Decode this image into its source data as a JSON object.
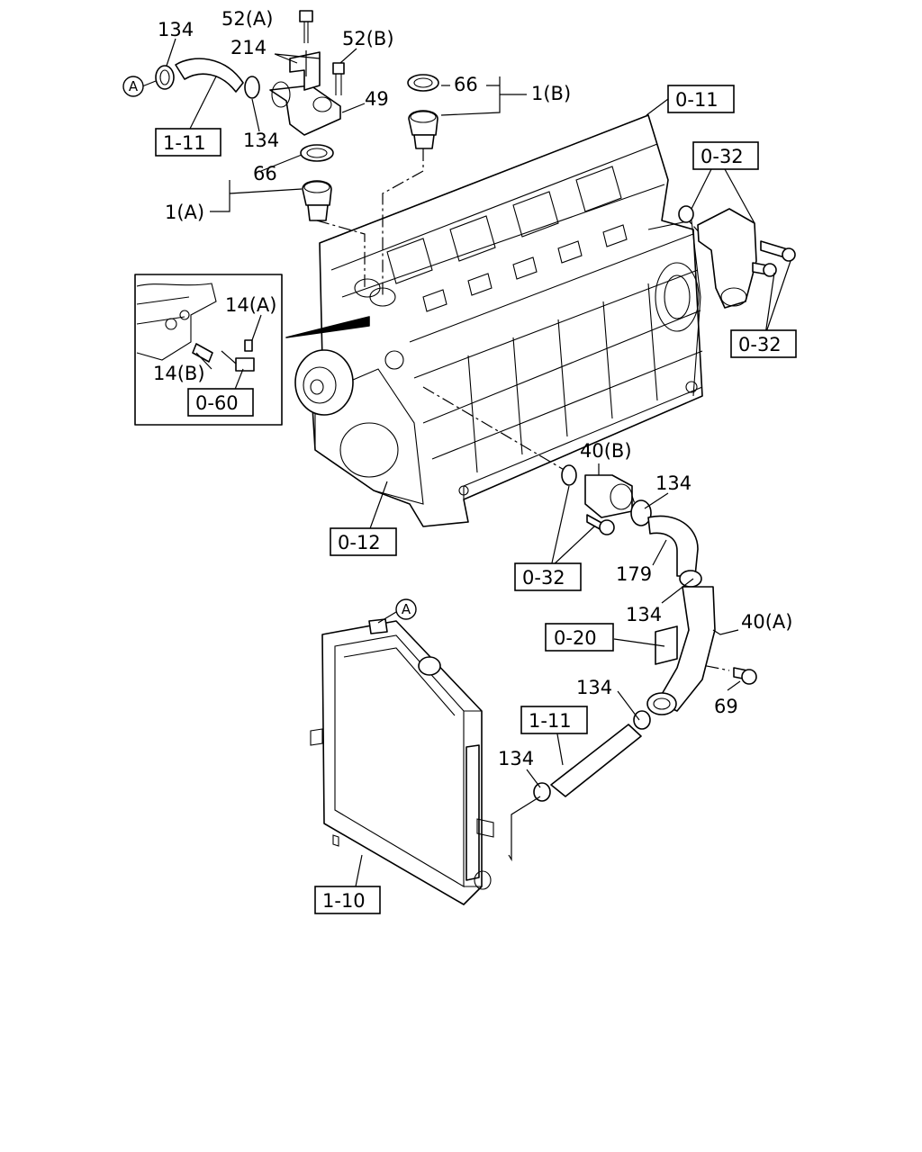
{
  "labels": {
    "clamp_134_top_left": "134",
    "bolt_52a": "52(A)",
    "bracket_214": "214",
    "bolt_52b": "52(B)",
    "clamp_134_top_mid": "134",
    "housing_49": "49",
    "gasket_66_left": "66",
    "thermostat_1a": "1(A)",
    "gasket_66_right": "66",
    "thermostat_1b": "1(B)",
    "sensor_14a": "14(A)",
    "plug_14b": "14(B)",
    "pipe_40b": "40(B)",
    "clamp_134_mid": "134",
    "hose_179": "179",
    "clamp_134_lower": "134",
    "pipe_40a": "40(A)",
    "bolt_69": "69",
    "clamp_134_bottom_mid": "134",
    "clamp_134_bottom_left": "134"
  },
  "refs": {
    "hose_top": "1-11",
    "cylinder_head": "0-11",
    "outlet_top": "0-32",
    "outlet_bolts": "0-32",
    "sensor_detail": "0-60",
    "cylinder_block": "0-12",
    "pump_side": "0-32",
    "bracket_side": "0-20",
    "hose_lower": "1-11",
    "radiator": "1-10"
  },
  "markers": {
    "connector_top": "A",
    "connector_radiator": "A"
  }
}
